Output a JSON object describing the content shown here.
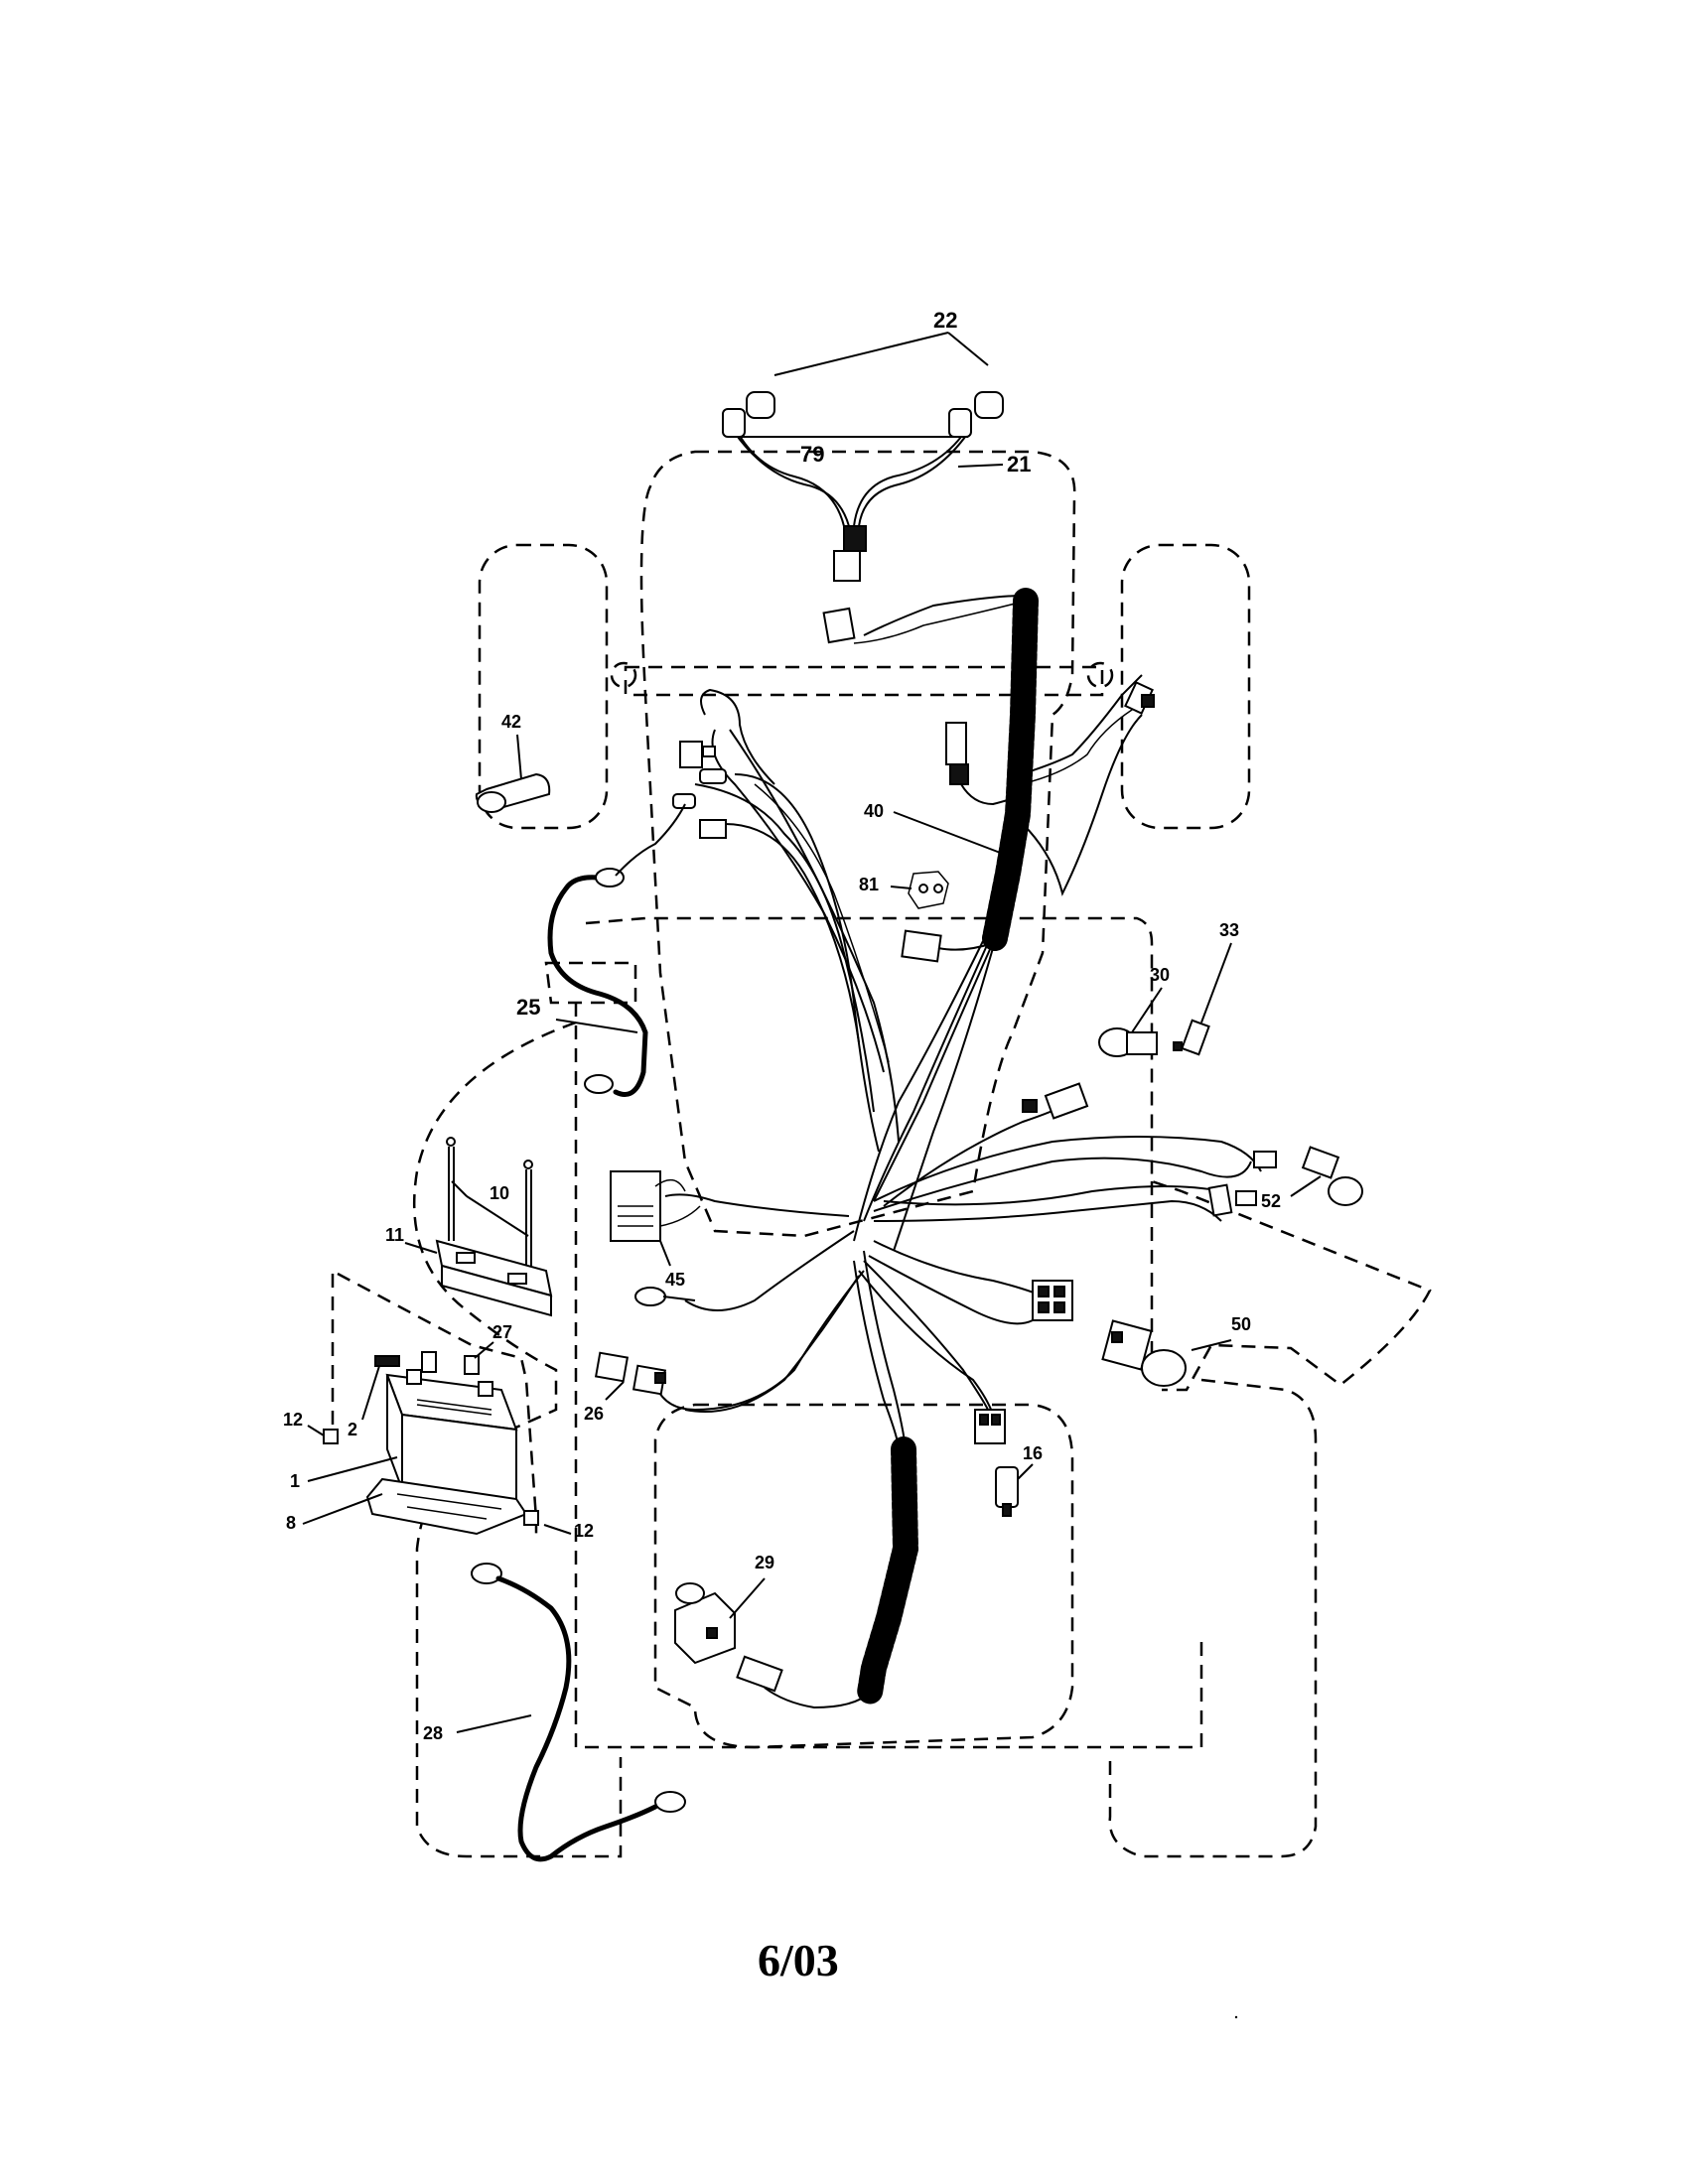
{
  "callouts": {
    "c22": "22",
    "c79": "79",
    "c21": "21",
    "c42": "42",
    "c40": "40",
    "c81": "81",
    "c33": "33",
    "c30": "30",
    "c25": "25",
    "c10": "10",
    "c11": "11",
    "c52": "52",
    "c45": "45",
    "c27": "27",
    "c50": "50",
    "c12a": "12",
    "c2": "2",
    "c26": "26",
    "c16": "16",
    "c1": "1",
    "c8": "8",
    "c12b": "12",
    "c29": "29",
    "c28": "28"
  },
  "footer": {
    "date_code": "6/03"
  }
}
